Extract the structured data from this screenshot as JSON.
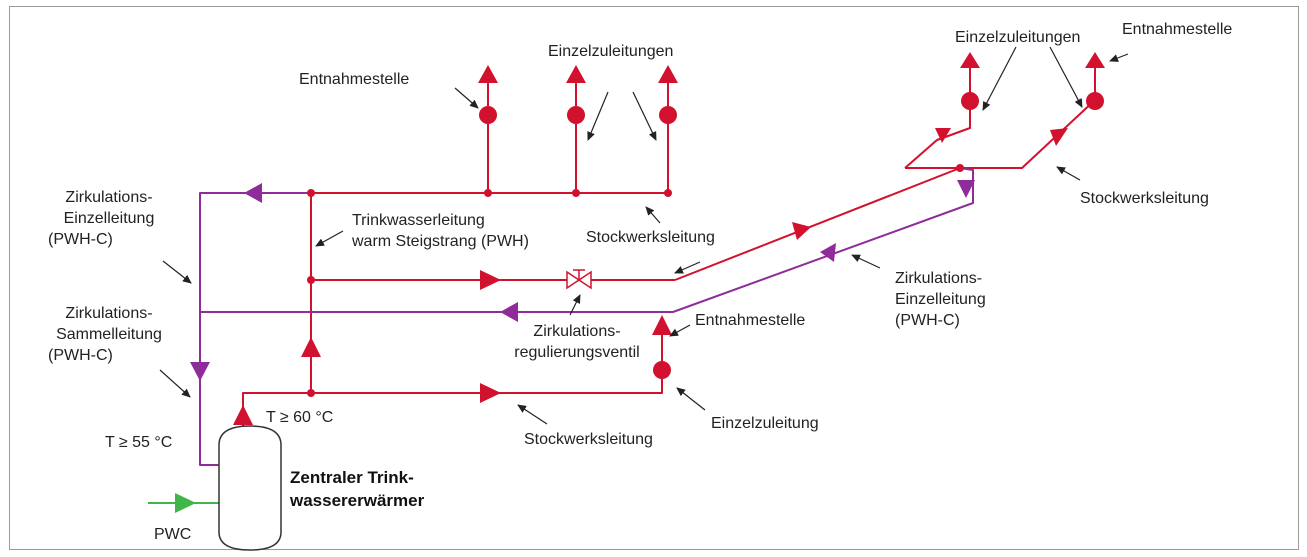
{
  "labels": {
    "entnahmestelle_top_left": "Entnahmestelle",
    "einzelzuleitungen_top_mid": "Einzelzuleitungen",
    "einzelzuleitungen_top_right": "Einzelzuleitungen",
    "entnahmestelle_top_right": "Entnahmestelle",
    "zirk_einzel_left": [
      "Zirkulations-",
      "Einzelleitung",
      "(PWH-C)"
    ],
    "trinkwasser": [
      "Trinkwasserleitung",
      "warm Steigstrang (PWH)"
    ],
    "stockwerk_mid": "Stockwerksleitung",
    "stockwerk_right": "Stockwerksleitung",
    "stockwerk_bottom": "Stockwerksleitung",
    "zirk_einzel_right": [
      "Zirkulations-",
      "Einzelleitung",
      "(PWH-C)"
    ],
    "zirk_sammel": [
      "Zirkulations-",
      "Sammelleitung",
      "(PWH-C)"
    ],
    "zirk_regulierung": [
      "Zirkulations-",
      "regulierungsventil"
    ],
    "entnahmestelle_mid": "Entnahmestelle",
    "einzelzuleitung_bottom": "Einzelzuleitung",
    "temp_hot": "T ≥ 60 °C",
    "temp_circ": "T ≥ 55 °C",
    "heater": [
      "Zentraler Trink-",
      "wassererwärmer"
    ],
    "pwc": "PWC"
  },
  "colors": {
    "hot_water": "#d2112f",
    "circulation": "#8e2d9a",
    "cold_water": "#3fb54a",
    "pointer": "#222222",
    "frame": "#9a9a9a"
  }
}
